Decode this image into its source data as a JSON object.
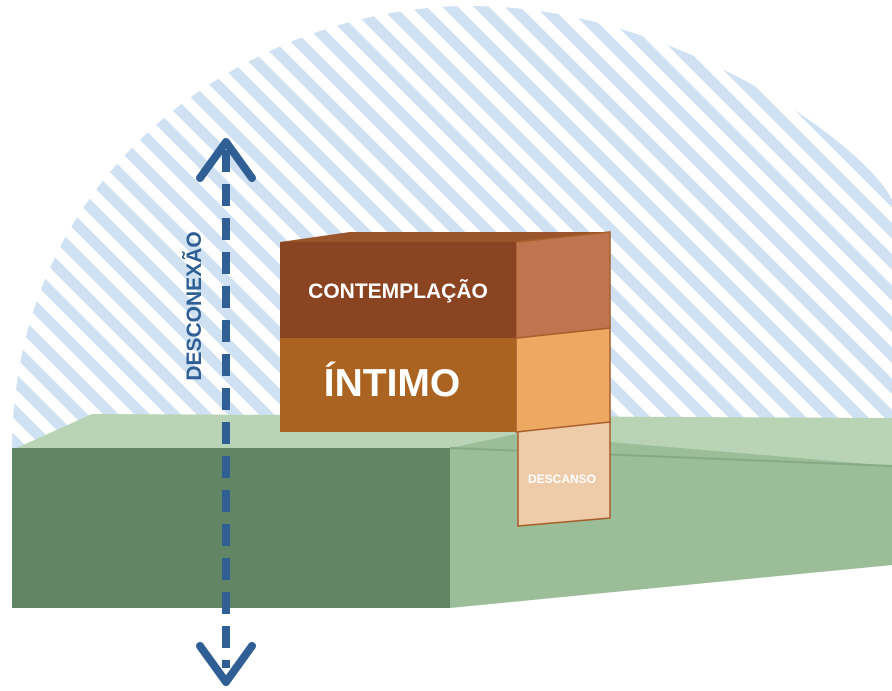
{
  "labels": {
    "axis": "DESCONEXÃO",
    "top_block": "CONTEMPLAÇÃO",
    "middle_block": "ÍNTIMO",
    "bottom_block": "DESCANSO"
  },
  "colors": {
    "sky_stripe": "#cfe1f2",
    "sky_background": "#ffffff",
    "terrain_front": "#628663",
    "terrain_side": "#9bbd98",
    "terrain_top": "#b8d4b4",
    "terrain_edge": "#86aa84",
    "contemplacao_front": "#8a4421",
    "contemplacao_side": "#bf7650",
    "intimo_front": "#ab6321",
    "intimo_side": "#eda962",
    "descanso_front": "#efcca9",
    "block_edge": "#a75f2c",
    "arrow": "#2f5f94",
    "axis_text": "#2f5f94"
  }
}
